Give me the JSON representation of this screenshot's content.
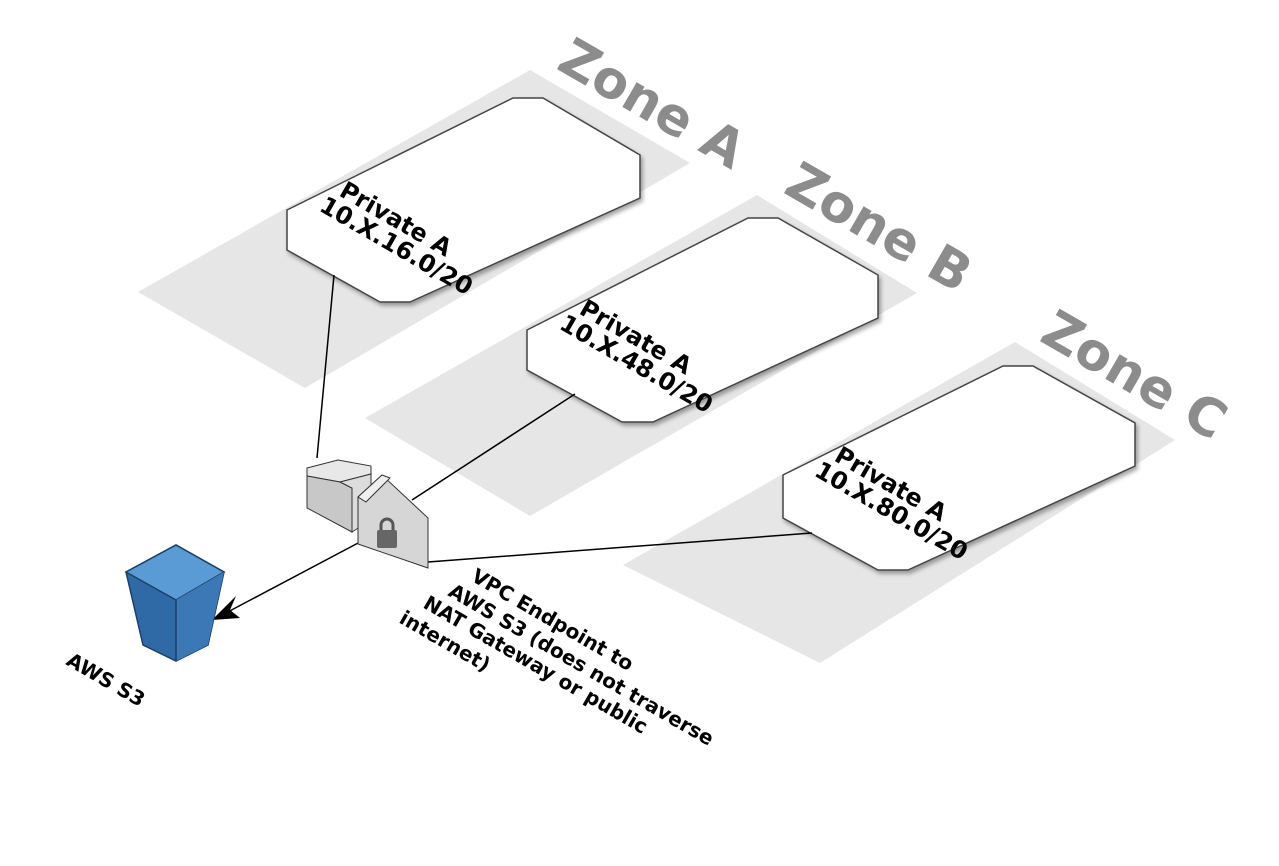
{
  "zones": [
    {
      "label": "Zone A",
      "subnet_name": "Private A",
      "subnet_cidr": "10.X.16.0/20"
    },
    {
      "label": "Zone B",
      "subnet_name": "Private A",
      "subnet_cidr": "10.X.48.0/20"
    },
    {
      "label": "Zone C",
      "subnet_name": "Private A",
      "subnet_cidr": "10.X.80.0/20"
    }
  ],
  "s3": {
    "label": "AWS S3",
    "icon": "bucket-icon",
    "color": "#3b78b5"
  },
  "endpoint": {
    "icon": "vpc-endpoint-lock-icon",
    "lines": [
      "VPC Endpoint to",
      "AWS S3 (does not traverse",
      "NAT Gateway or public",
      "internet)"
    ]
  },
  "colors": {
    "zone_fill": "#e6e6e6",
    "zone_label": "#8c8c8c",
    "subnet_fill": "#ffffff"
  }
}
